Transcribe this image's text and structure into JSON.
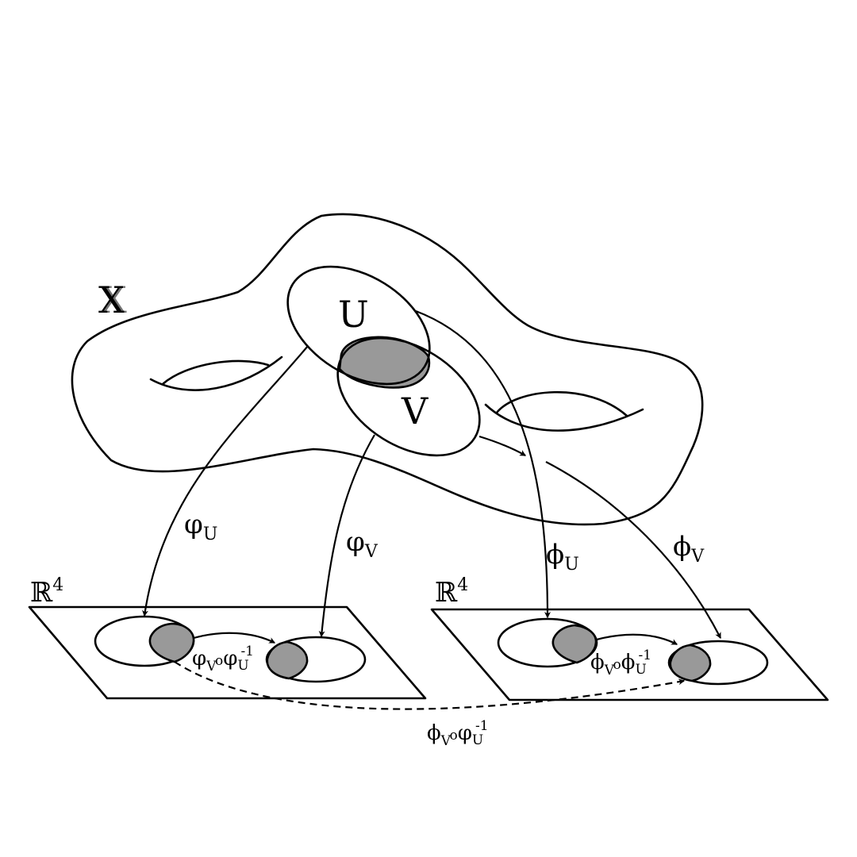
{
  "space": {
    "name": "X",
    "open_sets": [
      "U",
      "V"
    ]
  },
  "charts": {
    "phi_u": {
      "sym": "φ",
      "sub": "U"
    },
    "phi_v": {
      "sym": "φ",
      "sub": "V"
    },
    "psi_u": {
      "sym": "ϕ",
      "sub": "U"
    },
    "psi_v": {
      "sym": "ϕ",
      "sub": "V"
    }
  },
  "target": {
    "left": {
      "sym": "ℝ",
      "sup": "4"
    },
    "right": {
      "sym": "ℝ",
      "sup": "4"
    }
  },
  "transitions": {
    "left": {
      "a": "φ",
      "a_sub": "V",
      "op": "o",
      "b": "φ",
      "b_sub": "U",
      "b_sup": "-1"
    },
    "right": {
      "a": "ϕ",
      "a_sub": "V",
      "op": "o",
      "b": "ϕ",
      "b_sub": "U",
      "b_sup": "-1"
    },
    "bottom": {
      "a": "ϕ",
      "a_sub": "V",
      "op": "o",
      "b": "φ",
      "b_sub": "U",
      "b_sup": "-1"
    }
  },
  "colors": {
    "stroke": "#000000",
    "overlap_fill": "#999999",
    "background": "#ffffff"
  }
}
